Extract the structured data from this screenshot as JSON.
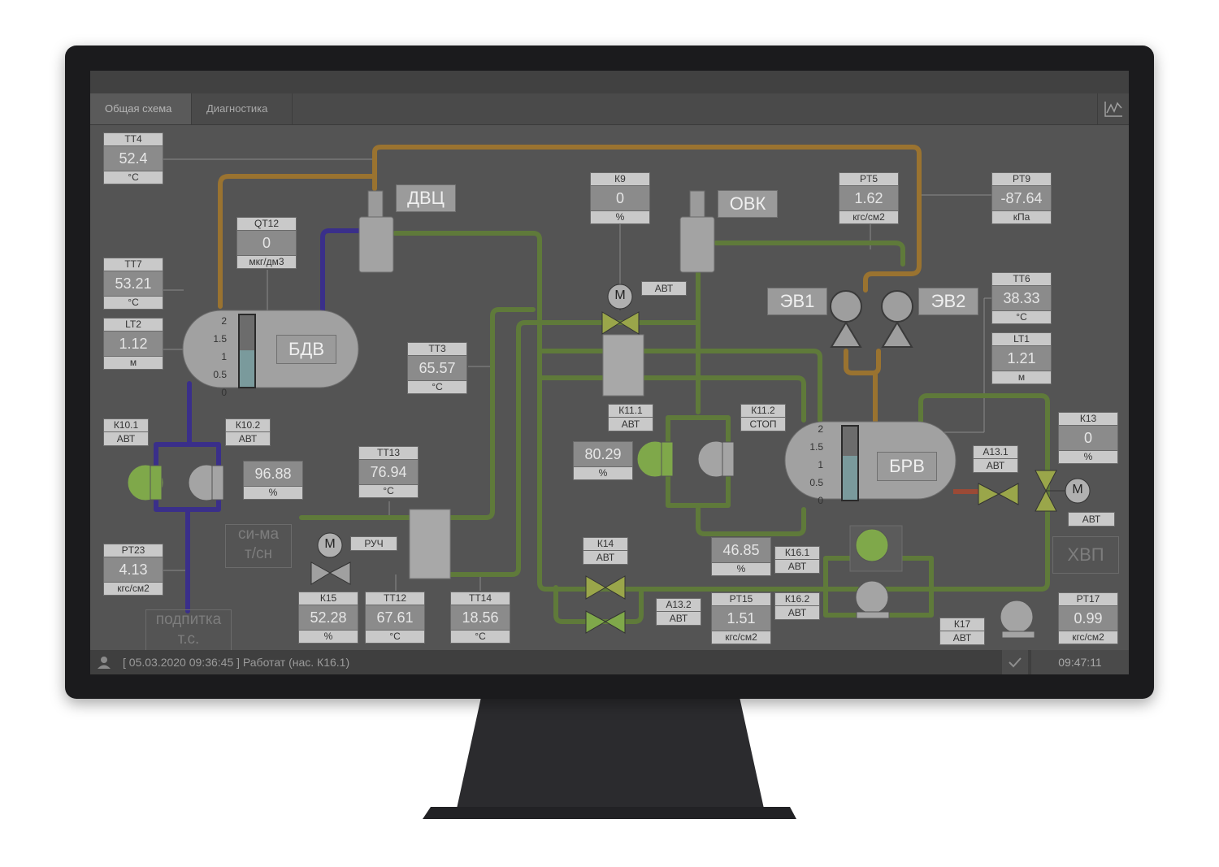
{
  "tabs": [
    "Общая схема",
    "Диагностика"
  ],
  "status": {
    "message": "[ 05.03.2020  09:36:45 ] Работат (нас. К16.1)",
    "clock": "09:47:11"
  },
  "equipment_labels": {
    "dvc": "ДВЦ",
    "ovk": "ОВК",
    "bdv": "БДВ",
    "brv": "БРВ",
    "ev1": "ЭВ1",
    "ev2": "ЭВ2",
    "hvp": "ХВП",
    "sima_line1": "си-ма",
    "sima_line2": "т/сн",
    "podpitka_line1": "подпитка",
    "podpitka_line2": "т.с."
  },
  "tank_scale": [
    "2",
    "1.5",
    "1",
    "0.5",
    "0"
  ],
  "tank_levels": {
    "bdv": 0.51,
    "brv": 0.6
  },
  "motor_symbol": "M",
  "tags": {
    "TT4": {
      "name": "TT4",
      "value": "52.4",
      "unit": "°C"
    },
    "QT12": {
      "name": "QT12",
      "value": "0",
      "unit": "мкг/дм3"
    },
    "TT7": {
      "name": "TT7",
      "value": "53.21",
      "unit": "°C"
    },
    "LT2": {
      "name": "LT2",
      "value": "1.12",
      "unit": "м"
    },
    "TT3": {
      "name": "TT3",
      "value": "65.57",
      "unit": "°C"
    },
    "K9": {
      "name": "К9",
      "value": "0",
      "unit": "%"
    },
    "PT5": {
      "name": "PT5",
      "value": "1.62",
      "unit": "кгс/см2"
    },
    "PT9": {
      "name": "PT9",
      "value": "-87.64",
      "unit": "кПа"
    },
    "TT6": {
      "name": "TT6",
      "value": "38.33",
      "unit": "°C"
    },
    "LT1": {
      "name": "LT1",
      "value": "1.21",
      "unit": "м"
    },
    "K13": {
      "name": "К13",
      "value": "0",
      "unit": "%"
    },
    "K10_pct": {
      "name": "",
      "value": "96.88",
      "unit": "%"
    },
    "K11_pct": {
      "name": "",
      "value": "80.29",
      "unit": "%"
    },
    "TT13": {
      "name": "TT13",
      "value": "76.94",
      "unit": "°C"
    },
    "PT23": {
      "name": "PT23",
      "value": "4.13",
      "unit": "кгс/см2"
    },
    "K15": {
      "name": "К15",
      "value": "52.28",
      "unit": "%"
    },
    "TT12": {
      "name": "TT12",
      "value": "67.61",
      "unit": "°C"
    },
    "TT14": {
      "name": "TT14",
      "value": "18.56",
      "unit": "°C"
    },
    "K16_pct": {
      "name": "",
      "value": "46.85",
      "unit": "%"
    },
    "PT15": {
      "name": "PT15",
      "value": "1.51",
      "unit": "кгс/см2"
    },
    "PT17": {
      "name": "PT17",
      "value": "0.99",
      "unit": "кгс/см2"
    }
  },
  "modes": {
    "K10_1": {
      "name": "К10.1",
      "mode": "АВТ"
    },
    "K10_2": {
      "name": "К10.2",
      "mode": "АВТ"
    },
    "K11_1": {
      "name": "К11.1",
      "mode": "АВТ"
    },
    "K11_2": {
      "name": "К11.2",
      "mode": "СТОП"
    },
    "A13_1": {
      "name": "А13.1",
      "mode": "АВТ"
    },
    "K14": {
      "name": "К14",
      "mode": "АВТ"
    },
    "A13_2": {
      "name": "А13.2",
      "mode": "АВТ"
    },
    "K16_1": {
      "name": "К16.1",
      "mode": "АВТ"
    },
    "K16_2": {
      "name": "К16.2",
      "mode": "АВТ"
    },
    "K17": {
      "name": "К17",
      "mode": "АВТ"
    }
  },
  "single_modes": {
    "K9_mode": "АВТ",
    "K15_mode": "РУЧ",
    "K13_mode": "АВТ"
  },
  "colors": {
    "pipe_orange": "#9a7330",
    "pipe_green": "#5f7a3a",
    "pipe_blue": "#3a2f8a",
    "pump_on": "#7fa84a",
    "valve_fill": "#9aa64a"
  }
}
